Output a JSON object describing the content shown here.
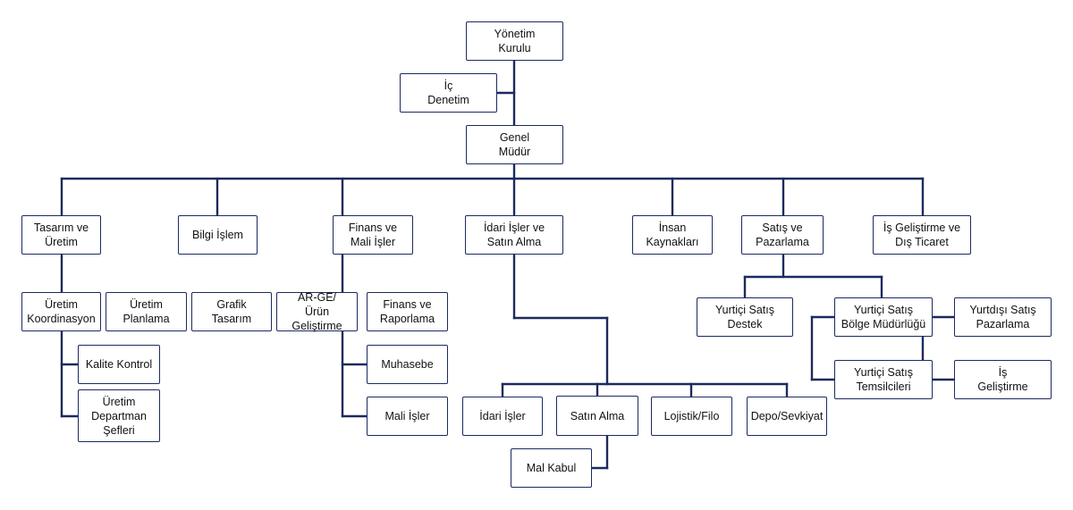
{
  "colors": {
    "line": "#1c2a5e",
    "box_border": "#1c2a5e",
    "box_fill": "#ffffff",
    "text": "#111111"
  },
  "nodes": {
    "yonetim_kurulu": "Yönetim\nKurulu",
    "ic_denetim": "İç\nDenetim",
    "genel_mudur": "Genel\nMüdür",
    "tasarim_uretim": "Tasarım ve\nÜretim",
    "bilgi_islem": "Bilgi İşlem",
    "finans_mali": "Finans ve\nMali İşler",
    "idari_satin": "İdari İşler ve\nSatın Alma",
    "insan_kaynaklari": "İnsan\nKaynakları",
    "satis_pazarlama": "Satış ve\nPazarlama",
    "is_gelistirme_dis_ticaret": "İş Geliştirme ve\nDış Ticaret",
    "uretim_koordinasyon": "Üretim\nKoordinasyon",
    "uretim_planlama": "Üretim\nPlanlama",
    "grafik_tasarim": "Grafik\nTasarım",
    "arge": "AR-GE/\nÜrün Geliştirme",
    "finans_raporlama": "Finans ve\nRaporlama",
    "kalite_kontrol": "Kalite Kontrol",
    "uretim_departman": "Üretim\nDepartman\nŞefleri",
    "muhasebe": "Muhasebe",
    "mali_isler": "Mali İşler",
    "idari_isler": "İdari İşler",
    "satin_alma": "Satın Alma",
    "lojistik": "Lojistik/Filo",
    "depo": "Depo/Sevkiyat",
    "mal_kabul": "Mal Kabul",
    "yurtici_destek": "Yurtiçi Satış\nDestek",
    "yurtici_bolge": "Yurtiçi Satış\nBölge Müdürlüğü",
    "yurtdisi_pazarlama": "Yurtdışı Satış\nPazarlama",
    "yurtici_temsilci": "Yurtiçi Satış\nTemsilcileri",
    "is_gelistirme": "İş\nGeliştirme"
  }
}
